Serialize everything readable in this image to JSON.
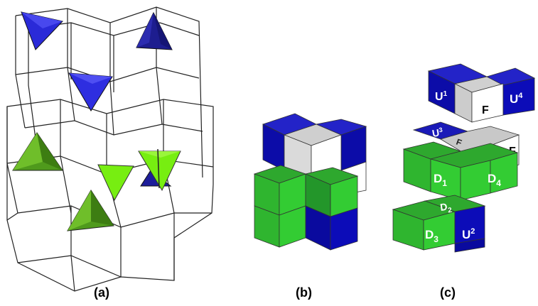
{
  "panels": {
    "a": {
      "label": "(a)"
    },
    "b": {
      "label": "(b)"
    },
    "c": {
      "label": "(c)"
    }
  },
  "face_labels": {
    "u1": {
      "main": "U",
      "sup": "1"
    },
    "f_top": "F",
    "u4": {
      "main": "U",
      "sup": "4"
    },
    "u3": {
      "main": "U",
      "sup": "3"
    },
    "f_mid": "F",
    "f_right": "F",
    "d1": {
      "main": "D",
      "sub": "1"
    },
    "d4": {
      "main": "D",
      "sub": "4"
    },
    "d2": {
      "main": "D",
      "sub": "2"
    },
    "d3": {
      "main": "D",
      "sub": "3"
    },
    "u2": {
      "main": "U",
      "sup": "2"
    }
  },
  "colors": {
    "blue": "#1f22c8",
    "blue_dark": "#13137a",
    "blue_face": "#0a0aa8",
    "green": "#33cc33",
    "green_top": "#2ea82e",
    "green_side": "#23962a",
    "grey": "#cfcfcf",
    "white": "#ffffff",
    "lime": "#77ee11",
    "olive": "#4f9a1c"
  }
}
